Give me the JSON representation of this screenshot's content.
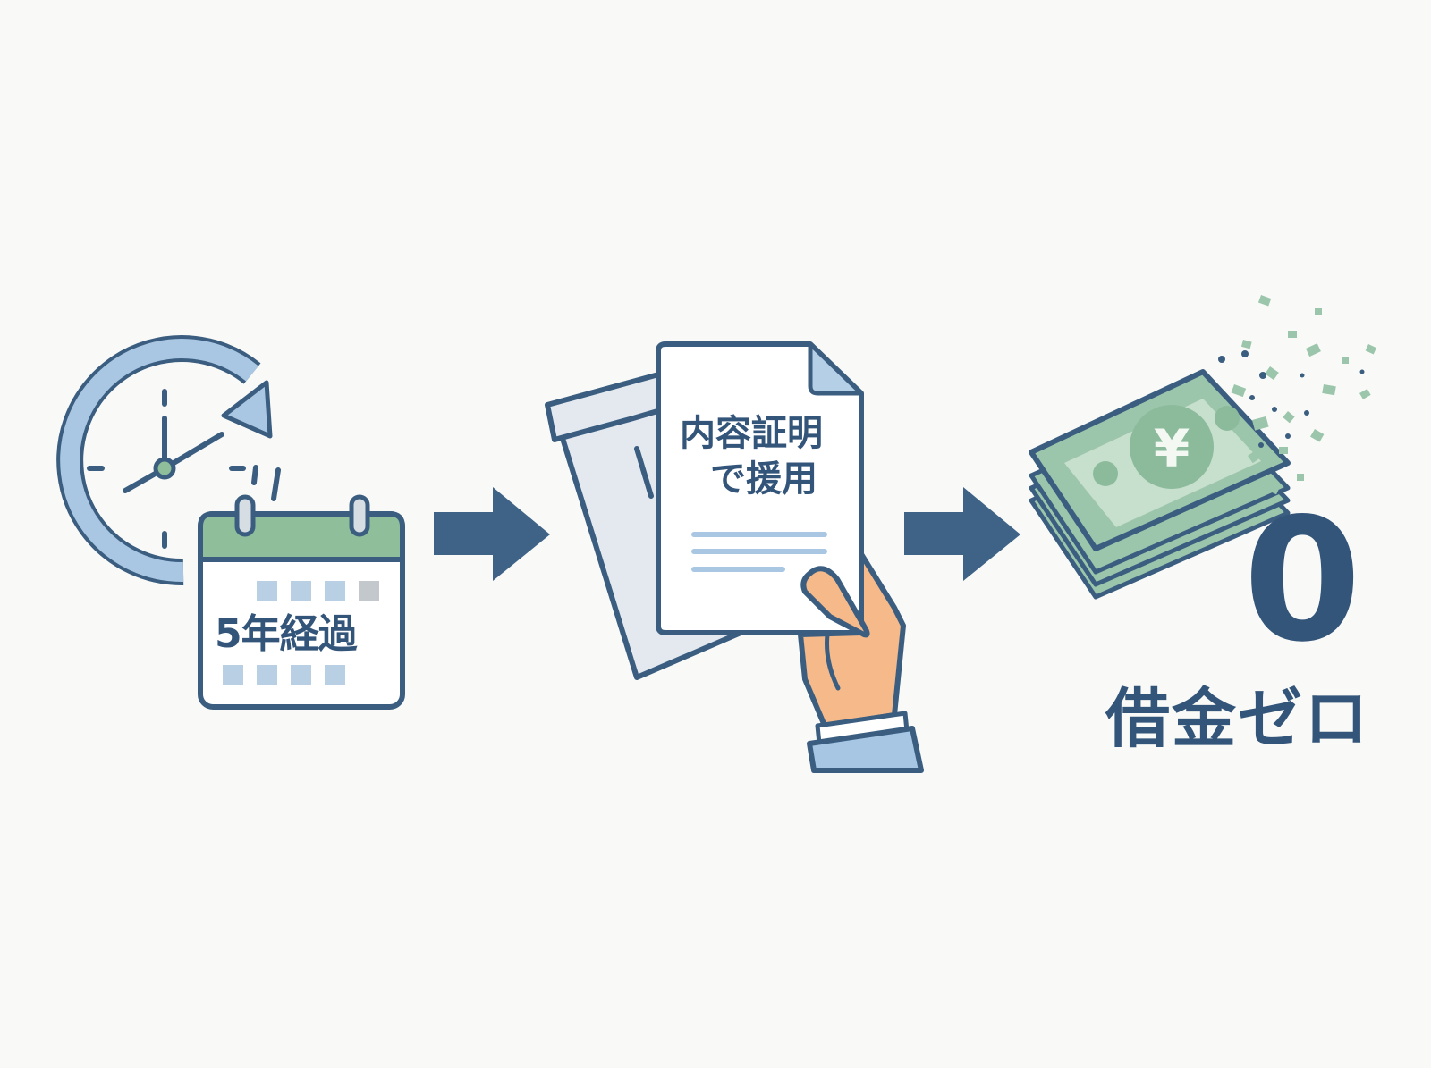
{
  "diagram": {
    "type": "process-flow",
    "steps": [
      {
        "id": "step-1",
        "icon": "clock-with-cycle-arrow-and-calendar",
        "label": "5年経過"
      },
      {
        "id": "step-2",
        "icon": "hand-holding-document-with-envelope",
        "label_line1": "内容証明",
        "label_line2": "で援用"
      },
      {
        "id": "step-3",
        "icon": "yen-banknotes-dissolving",
        "big_number": "0",
        "label": "借金ゼロ"
      }
    ],
    "connectors": [
      {
        "from": "step-1",
        "to": "step-2",
        "shape": "right-arrow"
      },
      {
        "from": "step-2",
        "to": "step-3",
        "shape": "right-arrow"
      }
    ]
  },
  "colors": {
    "background": "#f9faf7",
    "outline": "#3b5e80",
    "text": "#34557a",
    "light_blue": "#a9c7e3",
    "green_header": "#8fbe9a",
    "money_green": "#9cc6ab",
    "skin": "#f5b98a",
    "sleeve": "#a6c6e3"
  }
}
